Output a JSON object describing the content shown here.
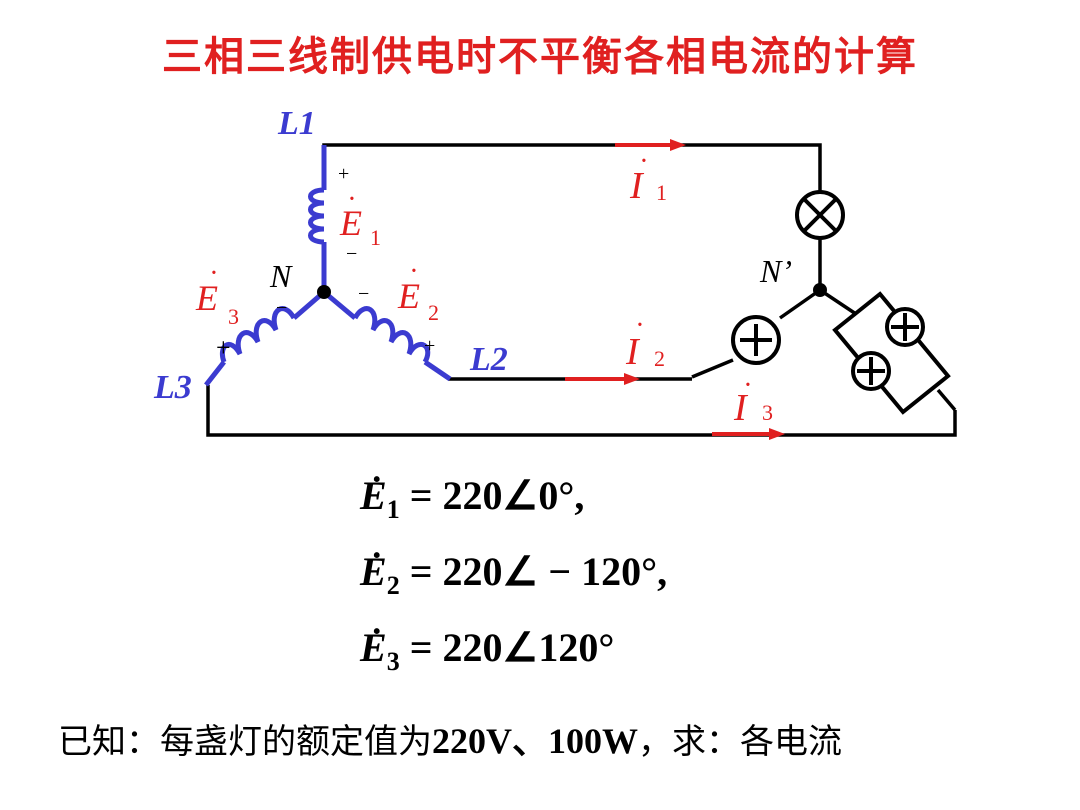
{
  "title": "三相三线制供电时不平衡各相电流的计算",
  "labels": {
    "L1": "L1",
    "L2": "L2",
    "L3": "L3",
    "N": "N",
    "Nprime": "N’",
    "E": "E",
    "I": "I",
    "sub1": "1",
    "sub2": "2",
    "sub3": "3",
    "plus": "+",
    "minus": "−"
  },
  "equations": [
    {
      "var": "E",
      "sub": "1",
      "rhs": " = 220∠0°,"
    },
    {
      "var": "E",
      "sub": "2",
      "rhs": " = 220∠ − 120°,"
    },
    {
      "var": "E",
      "sub": "3",
      "rhs": " = 220∠120°"
    }
  ],
  "footer": {
    "prefix": "已知：每盏灯的额定值为",
    "values": "220V、100W",
    "suffix": "，求：各电流"
  },
  "colors": {
    "title": "#e02020",
    "coil": "#3b3bd0",
    "arrow": "#e02020",
    "wire": "#000000"
  }
}
